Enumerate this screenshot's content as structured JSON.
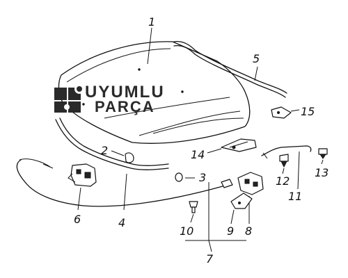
{
  "brand": {
    "line1": "UYUMLU",
    "line2": "PARÇA"
  },
  "callouts": {
    "c1": "1",
    "c2": "2",
    "c3": "3",
    "c4": "4",
    "c5": "5",
    "c6": "6",
    "c7": "7",
    "c8": "8",
    "c9": "9",
    "c10": "10",
    "c11": "11",
    "c12": "12",
    "c13": "13",
    "c14": "14",
    "c15": "15"
  }
}
